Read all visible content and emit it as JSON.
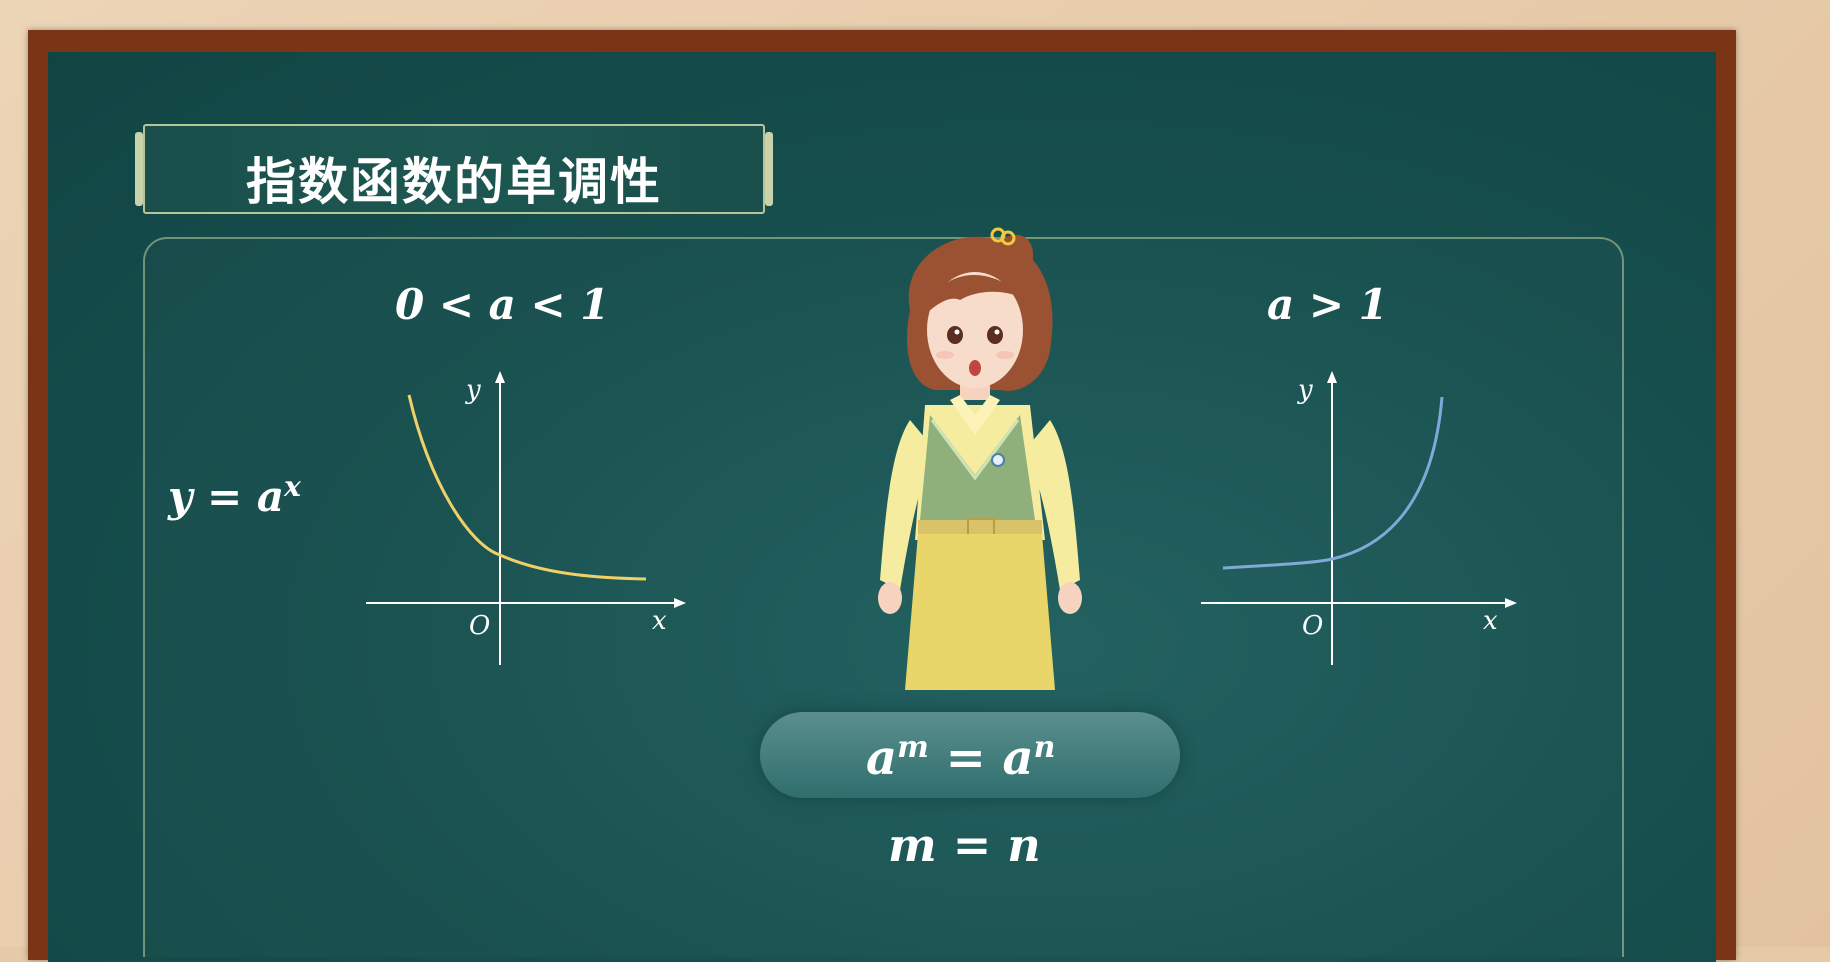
{
  "title": "指数函数的单调性",
  "left_case": {
    "condition": "0 < a < 1",
    "function": "y = a",
    "exponent": "x"
  },
  "right_case": {
    "condition": "a > 1"
  },
  "axes": {
    "x": "x",
    "y": "y",
    "origin": "O"
  },
  "equation_top": {
    "left_base": "a",
    "left_exp": "m",
    "equals": " = ",
    "right_base": "a",
    "right_exp": "n"
  },
  "equation_bottom": "m = n",
  "colors": {
    "decreasing_curve": "#f0d068",
    "increasing_curve": "#7fa9d6",
    "board": "#17504f",
    "frame": "#7a3517"
  }
}
